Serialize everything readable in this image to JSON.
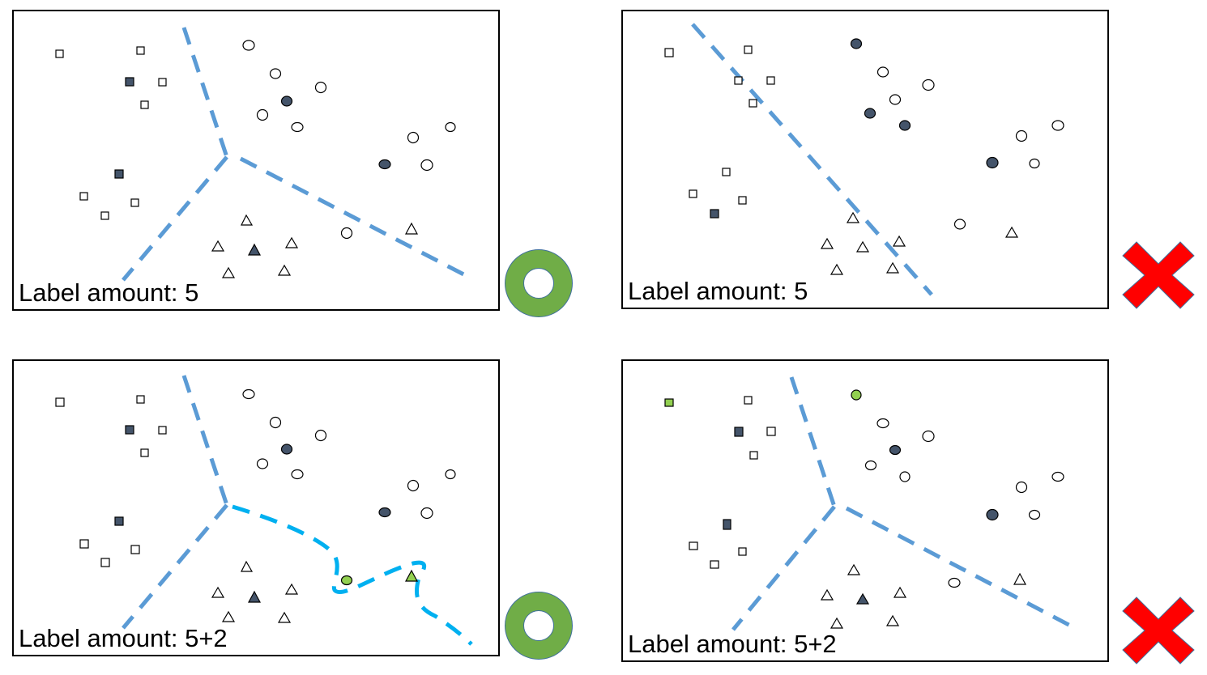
{
  "panels": [
    {
      "id": "top-left",
      "label": "Label amount: 5",
      "verdict": "correct"
    },
    {
      "id": "top-right",
      "label": "Label amount: 5",
      "verdict": "incorrect"
    },
    {
      "id": "bottom-left",
      "label": "Label amount: 5+2",
      "verdict": "correct"
    },
    {
      "id": "bottom-right",
      "label": "Label amount: 5+2",
      "verdict": "incorrect"
    }
  ],
  "colors": {
    "boundary": "#5b9bd5",
    "boundary_bright": "#00b0f0",
    "labeled_point": "#44546a",
    "new_label_point": "#92d050",
    "correct_mark": "#70ad47",
    "incorrect_mark": "#ff0000"
  },
  "icons": {
    "correct": "green-ring-icon",
    "incorrect": "red-cross-icon"
  }
}
